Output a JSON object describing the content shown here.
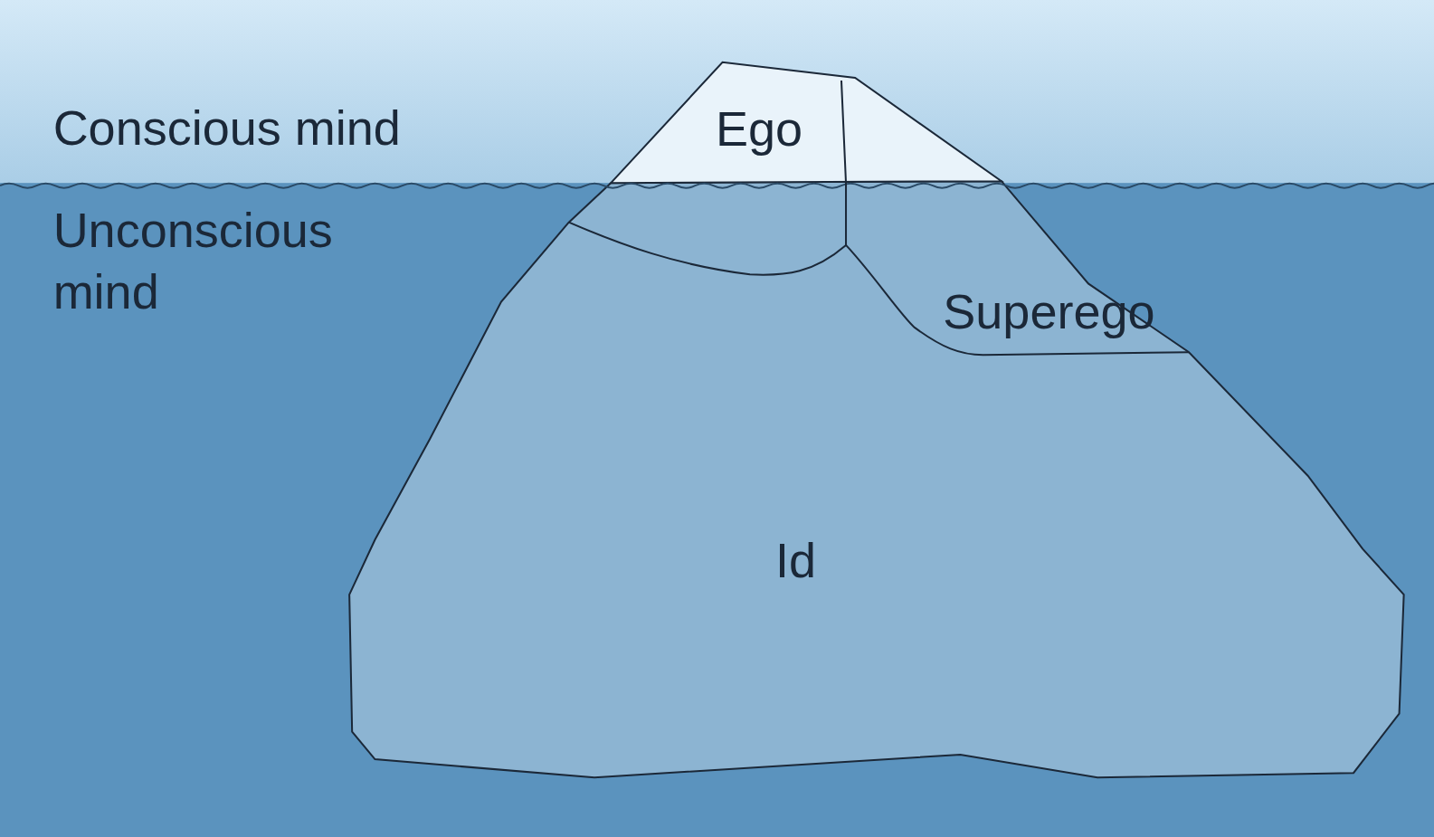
{
  "diagram": {
    "nodes": [
      {
        "text": [
          "Ego"
        ]
      },
      {
        "text": [
          "Superego"
        ]
      },
      {
        "text": [
          "Id"
        ]
      }
    ],
    "labels": [
      "Conscious mind",
      "Unconscious mind"
    ]
  }
}
